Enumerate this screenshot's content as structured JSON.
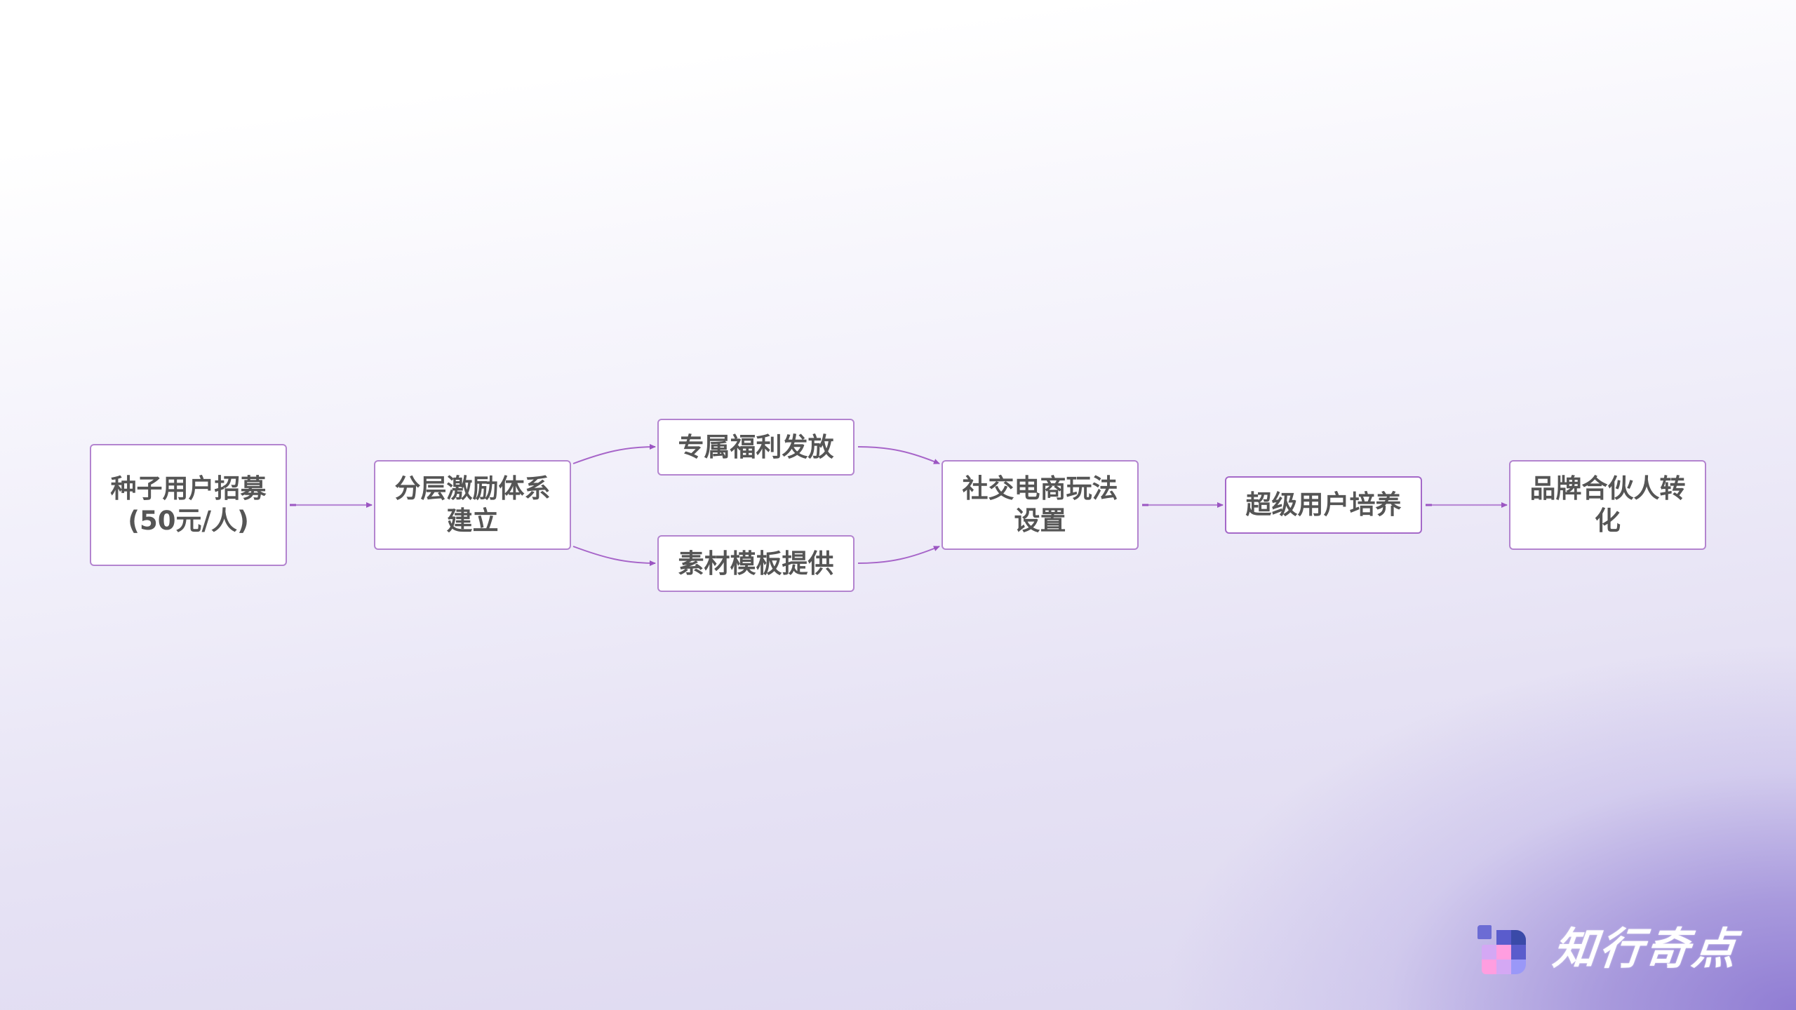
{
  "diagram": {
    "type": "flowchart",
    "direction": "left-to-right",
    "nodes": [
      {
        "id": "n1",
        "label": "种子用户招募(50元/人)"
      },
      {
        "id": "n2",
        "label": "分层激励体系建立"
      },
      {
        "id": "n3",
        "label": "专属福利发放"
      },
      {
        "id": "n4",
        "label": "素材模板提供"
      },
      {
        "id": "n5",
        "label": "社交电商玩法设置"
      },
      {
        "id": "n6",
        "label": "超级用户培养"
      },
      {
        "id": "n7",
        "label": "品牌合伙人转化"
      }
    ],
    "edges": [
      {
        "from": "n1",
        "to": "n2"
      },
      {
        "from": "n2",
        "to": "n3"
      },
      {
        "from": "n2",
        "to": "n4"
      },
      {
        "from": "n3",
        "to": "n5"
      },
      {
        "from": "n4",
        "to": "n5"
      },
      {
        "from": "n5",
        "to": "n6"
      },
      {
        "from": "n6",
        "to": "n7"
      }
    ]
  },
  "logo": {
    "text": "知行奇点",
    "icon": "pixel-grid-logo-icon"
  },
  "colors": {
    "node_border": "#b384cf",
    "node_fill": "#ffffff",
    "node_text": "#555555",
    "connector": "#a765c9",
    "bg_top": "#ffffff",
    "bg_bottom": "#dcd7f0",
    "bg_corner_glow": "#8c78d2",
    "logo_text": "#ffffff",
    "logo_cells": {
      "blue": "#5a5ccc",
      "dark_blue": "#3a4aa8",
      "lavender": "#d4a8f4",
      "pink": "#ff9ee0",
      "periwinkle": "#9a98f8",
      "accent_square": "#6c6cd4"
    }
  }
}
